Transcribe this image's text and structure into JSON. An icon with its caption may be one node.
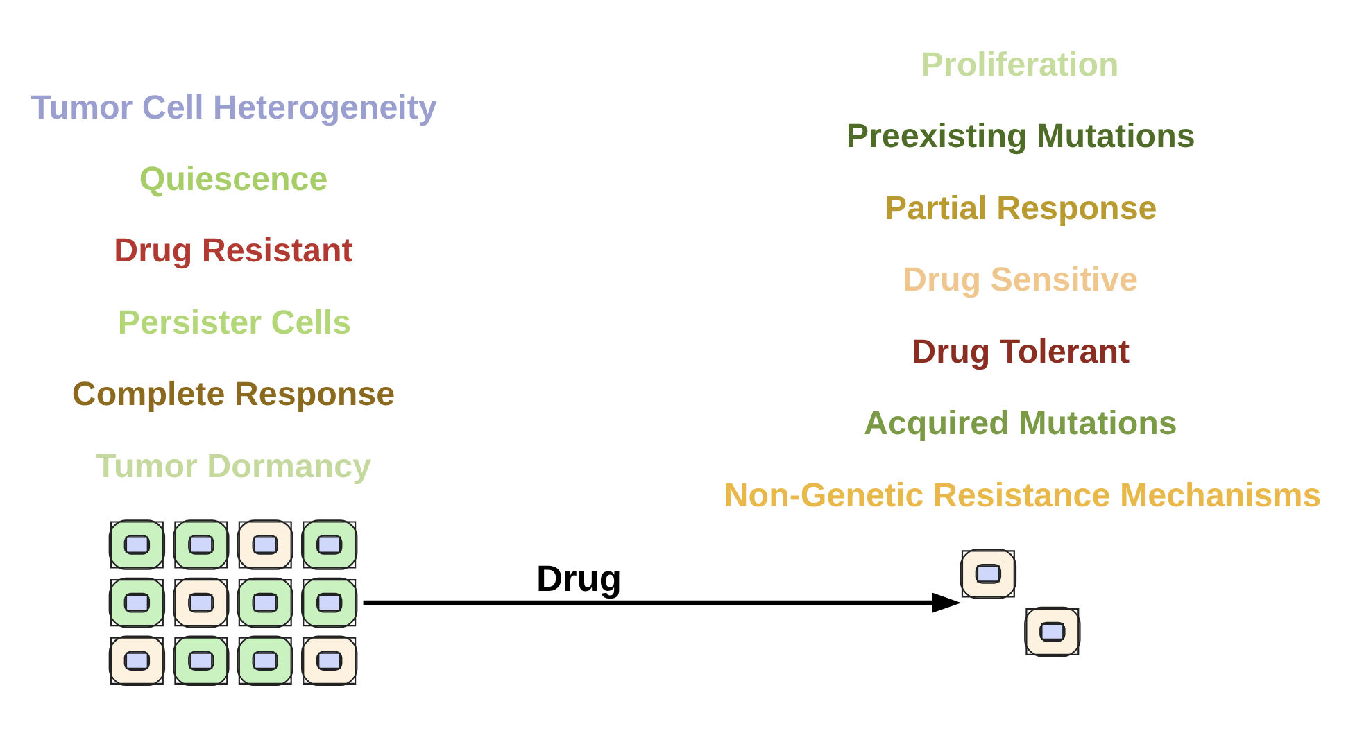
{
  "diagram": {
    "nodes": [
      {
        "text": [],
        "shape": "picture"
      },
      {
        "text": [],
        "shape": "picture"
      }
    ],
    "edges": [
      {
        "from": 0,
        "to": 1,
        "arrow": "to",
        "label": "Drug"
      }
    ],
    "labels": [
      "Tumor Dormancy",
      "Non-Genetic Resistance Mechanisms",
      "Complete Response",
      "Persister Cells",
      "Acquired Mutations",
      "Drug Tolerant",
      "Drug Sensitive",
      "Drug Resistant",
      "Quiescence",
      "Partial Response",
      "Preexisting Mutations",
      "Proliferation",
      "Tumor Cell Heterogeneity"
    ]
  }
}
